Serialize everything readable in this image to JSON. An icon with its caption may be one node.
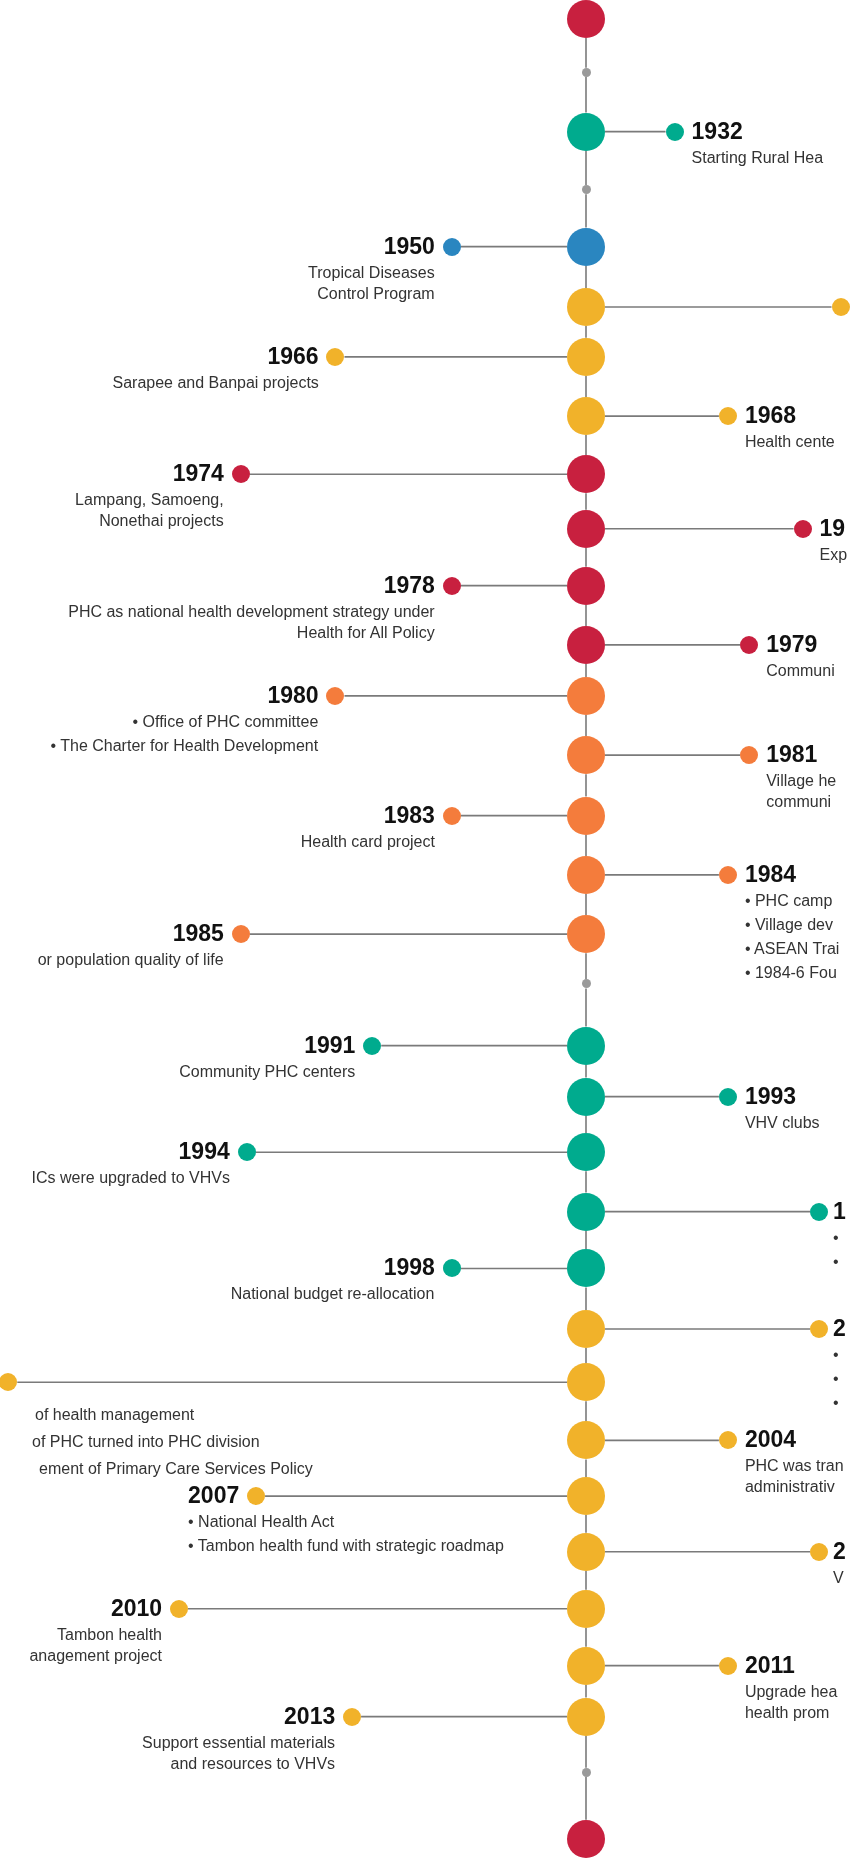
{
  "diagram": {
    "nodes": [
      {
        "text": [],
        "shape": "circle"
      },
      {
        "text": [],
        "shape": "circle"
      },
      {
        "text": [],
        "shape": "circle"
      },
      {
        "text": [],
        "shape": "circle",
        "beside": [
          "1932",
          "Starting Rural Hea"
        ]
      },
      {
        "text": [],
        "shape": "circle"
      },
      {
        "text": [],
        "shape": "circle"
      },
      {
        "text": [],
        "shape": "circle",
        "beside": [
          "1950",
          "Tropical Diseases Control Program"
        ]
      },
      {
        "text": [],
        "shape": "circle"
      },
      {
        "text": [],
        "shape": "circle"
      },
      {
        "text": [],
        "shape": "circle"
      },
      {
        "text": [],
        "shape": "circle",
        "beside": [
          "1966",
          "Sarapee and Banpai projects"
        ]
      },
      {
        "text": [],
        "shape": "circle"
      },
      {
        "text": [],
        "shape": "circle",
        "beside": [
          "1968",
          "Health cente"
        ]
      },
      {
        "text": [],
        "shape": "circle"
      },
      {
        "text": [],
        "shape": "circle",
        "beside": [
          "1974",
          "Lampang, Samoeng, Nonethai projects"
        ]
      },
      {
        "text": [],
        "shape": "circle"
      },
      {
        "text": [],
        "shape": "circle",
        "beside": [
          "19",
          "Exp"
        ]
      },
      {
        "text": [],
        "shape": "circle"
      },
      {
        "text": [],
        "shape": "circle",
        "beside": [
          "1978",
          "PHC as national health development strategy under Health for All Policy"
        ]
      },
      {
        "text": [],
        "shape": "circle"
      },
      {
        "text": [],
        "shape": "circle",
        "beside": [
          "1979",
          "Communi"
        ]
      },
      {
        "text": [],
        "shape": "circle"
      },
      {
        "text": [],
        "shape": "circle",
        "beside": [
          "1980",
          "• Office of PHC committee",
          "• The Charter for Health Development"
        ]
      },
      {
        "text": [],
        "shape": "circle"
      },
      {
        "text": [],
        "shape": "circle",
        "beside": [
          "1981",
          "Village he communi"
        ]
      },
      {
        "text": [],
        "shape": "circle"
      },
      {
        "text": [],
        "shape": "circle",
        "beside": [
          "1983",
          "Health card project"
        ]
      },
      {
        "text": [],
        "shape": "circle"
      },
      {
        "text": [],
        "shape": "circle",
        "beside": [
          "1984",
          "• PHC camp",
          "• Village dev",
          "• ASEAN Trai",
          "• 1984-6 Fou"
        ]
      },
      {
        "text": [],
        "shape": "circle"
      },
      {
        "text": [],
        "shape": "circle",
        "beside": [
          "1985",
          "or population quality of life"
        ]
      },
      {
        "text": [],
        "shape": "circle"
      },
      {
        "text": [],
        "shape": "circle"
      },
      {
        "text": [],
        "shape": "circle",
        "beside": [
          "1991",
          "Community PHC centers"
        ]
      },
      {
        "text": [],
        "shape": "circle"
      },
      {
        "text": [],
        "shape": "circle",
        "beside": [
          "1993",
          "VHV clubs"
        ]
      },
      {
        "text": [],
        "shape": "circle"
      },
      {
        "text": [],
        "shape": "circle",
        "beside": [
          "1994",
          "ICs were upgraded to VHVs"
        ]
      },
      {
        "text": [],
        "shape": "circle"
      },
      {
        "text": [],
        "shape": "circle",
        "beside": [
          "1",
          "•",
          "•"
        ]
      },
      {
        "text": [],
        "shape": "circle"
      },
      {
        "text": [],
        "shape": "circle",
        "beside": [
          "1998",
          "National budget re-allocation"
        ]
      },
      {
        "text": [],
        "shape": "circle"
      },
      {
        "text": [],
        "shape": "circle",
        "beside": [
          "2",
          "•",
          "•",
          "•"
        ]
      },
      {
        "text": [],
        "shape": "circle"
      },
      {
        "text": [],
        "shape": "circle",
        "beside": [
          "of health management",
          "of PHC turned into PHC division",
          "ement of Primary Care Services Policy"
        ]
      },
      {
        "text": [],
        "shape": "circle"
      },
      {
        "text": [],
        "shape": "circle",
        "beside": [
          "2004",
          "PHC was tran administrativ"
        ]
      },
      {
        "text": [],
        "shape": "circle"
      },
      {
        "text": [],
        "shape": "circle",
        "beside": [
          "2007",
          "• National Health Act",
          "• Tambon health fund with strategic roadmap"
        ]
      },
      {
        "text": [],
        "shape": "circle"
      },
      {
        "text": [],
        "shape": "circle",
        "beside": [
          "2",
          "V"
        ]
      },
      {
        "text": [],
        "shape": "circle"
      },
      {
        "text": [],
        "shape": "circle",
        "beside": [
          "2010",
          "Tambon health anagement project"
        ]
      },
      {
        "text": [],
        "shape": "circle"
      },
      {
        "text": [],
        "shape": "circle",
        "beside": [
          "2011",
          "Upgrade hea health prom"
        ]
      },
      {
        "text": [],
        "shape": "circle"
      },
      {
        "text": [],
        "shape": "circle",
        "beside": [
          "2013",
          "Support essential materials and resources to VHVs"
        ]
      },
      {
        "text": [],
        "shape": "circle"
      },
      {
        "text": [],
        "shape": "circle"
      }
    ],
    "edges": [
      {
        "from": 0,
        "to": 1,
        "arrow": "none"
      },
      {
        "from": 1,
        "to": 2,
        "arrow": "none"
      },
      {
        "from": 2,
        "to": 3,
        "arrow": "none"
      },
      {
        "from": 2,
        "to": 4,
        "arrow": "none"
      },
      {
        "from": 4,
        "to": 5,
        "arrow": "none"
      },
      {
        "from": 5,
        "to": 6,
        "arrow": "none"
      },
      {
        "from": 5,
        "to": 7,
        "arrow": "none"
      },
      {
        "from": 7,
        "to": 8,
        "arrow": "none"
      },
      {
        "from": 7,
        "to": 9,
        "arrow": "none"
      },
      {
        "from": 9,
        "to": 10,
        "arrow": "none"
      },
      {
        "from": 9,
        "to": 11,
        "arrow": "none"
      },
      {
        "from": 11,
        "to": 12,
        "arrow": "none"
      },
      {
        "from": 11,
        "to": 13,
        "arrow": "none"
      },
      {
        "from": 13,
        "to": 14,
        "arrow": "none"
      },
      {
        "from": 13,
        "to": 15,
        "arrow": "none"
      },
      {
        "from": 15,
        "to": 16,
        "arrow": "none"
      },
      {
        "from": 15,
        "to": 17,
        "arrow": "none"
      },
      {
        "from": 17,
        "to": 18,
        "arrow": "none"
      },
      {
        "from": 17,
        "to": 19,
        "arrow": "none"
      },
      {
        "from": 19,
        "to": 20,
        "arrow": "none"
      },
      {
        "from": 19,
        "to": 21,
        "arrow": "none"
      },
      {
        "from": 21,
        "to": 22,
        "arrow": "none"
      },
      {
        "from": 21,
        "to": 23,
        "arrow": "none"
      },
      {
        "from": 23,
        "to": 24,
        "arrow": "none"
      },
      {
        "from": 23,
        "to": 25,
        "arrow": "none"
      },
      {
        "from": 25,
        "to": 26,
        "arrow": "none"
      },
      {
        "from": 25,
        "to": 27,
        "arrow": "none"
      },
      {
        "from": 27,
        "to": 28,
        "arrow": "none"
      },
      {
        "from": 27,
        "to": 29,
        "arrow": "none"
      },
      {
        "from": 29,
        "to": 30,
        "arrow": "none"
      },
      {
        "from": 29,
        "to": 31,
        "arrow": "none"
      },
      {
        "from": 31,
        "to": 32,
        "arrow": "none"
      },
      {
        "from": 32,
        "to": 33,
        "arrow": "none"
      },
      {
        "from": 32,
        "to": 34,
        "arrow": "none"
      },
      {
        "from": 34,
        "to": 35,
        "arrow": "none"
      },
      {
        "from": 34,
        "to": 36,
        "arrow": "none"
      },
      {
        "from": 36,
        "to": 37,
        "arrow": "none"
      },
      {
        "from": 36,
        "to": 38,
        "arrow": "none"
      },
      {
        "from": 38,
        "to": 39,
        "arrow": "none"
      },
      {
        "from": 38,
        "to": 40,
        "arrow": "none"
      },
      {
        "from": 40,
        "to": 41,
        "arrow": "none"
      },
      {
        "from": 40,
        "to": 42,
        "arrow": "none"
      },
      {
        "from": 42,
        "to": 43,
        "arrow": "none"
      },
      {
        "from": 42,
        "to": 44,
        "arrow": "none"
      },
      {
        "from": 44,
        "to": 45,
        "arrow": "none"
      },
      {
        "from": 44,
        "to": 46,
        "arrow": "none"
      },
      {
        "from": 46,
        "to": 47,
        "arrow": "none"
      },
      {
        "from": 46,
        "to": 48,
        "arrow": "none"
      },
      {
        "from": 48,
        "to": 49,
        "arrow": "none"
      },
      {
        "from": 48,
        "to": 50,
        "arrow": "none"
      },
      {
        "from": 50,
        "to": 51,
        "arrow": "none"
      },
      {
        "from": 50,
        "to": 52,
        "arrow": "none"
      },
      {
        "from": 52,
        "to": 53,
        "arrow": "none"
      },
      {
        "from": 52,
        "to": 54,
        "arrow": "none"
      },
      {
        "from": 54,
        "to": 55,
        "arrow": "none"
      },
      {
        "from": 54,
        "to": 56,
        "arrow": "none"
      },
      {
        "from": 56,
        "to": 57,
        "arrow": "none"
      },
      {
        "from": 56,
        "to": 58,
        "arrow": "none"
      },
      {
        "from": 58,
        "to": 59,
        "arrow": "none"
      }
    ]
  }
}
